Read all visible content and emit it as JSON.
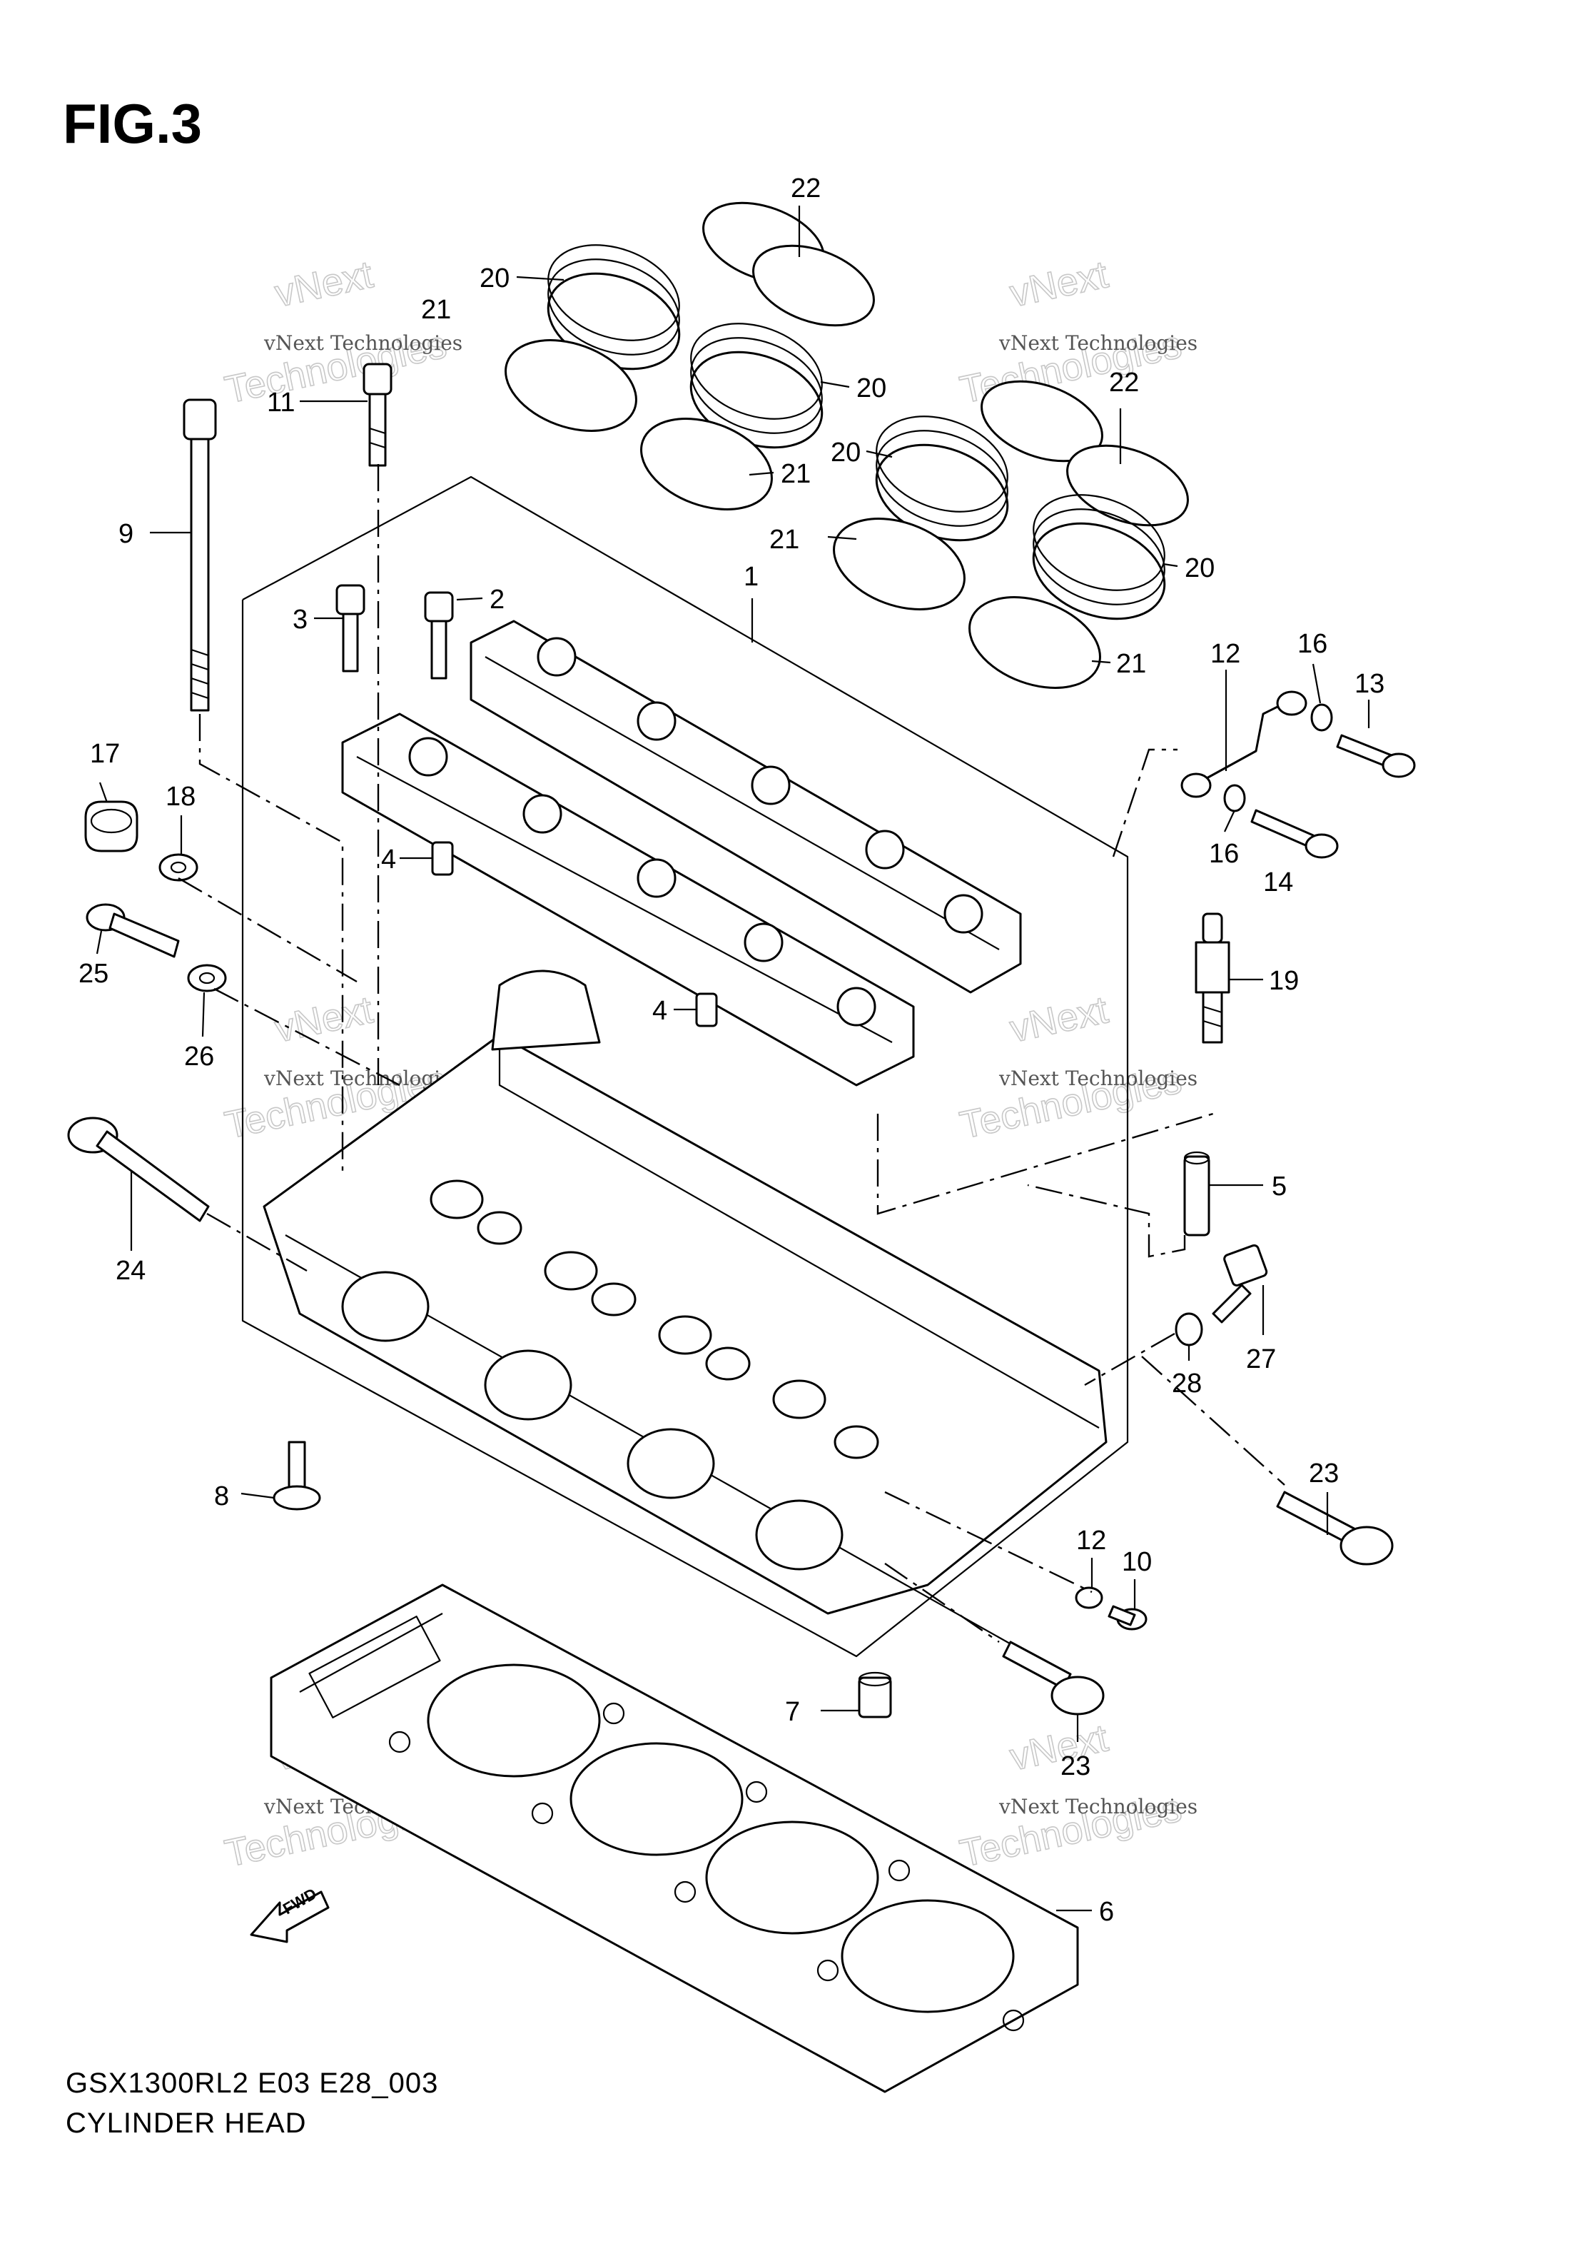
{
  "figure": {
    "title": "FIG.3"
  },
  "footer": {
    "model_code": "GSX1300RL2 E03 E28_003",
    "caption": "CYLINDER HEAD"
  },
  "watermark": {
    "line1": "vNext Technologies",
    "line2": "vNext",
    "line3": "Technologies"
  },
  "fwd_label": "FWD",
  "callouts": [
    {
      "id": "c1",
      "label": "1"
    },
    {
      "id": "c2",
      "label": "2"
    },
    {
      "id": "c3",
      "label": "3"
    },
    {
      "id": "c4a",
      "label": "4"
    },
    {
      "id": "c4b",
      "label": "4"
    },
    {
      "id": "c5",
      "label": "5"
    },
    {
      "id": "c6",
      "label": "6"
    },
    {
      "id": "c7",
      "label": "7"
    },
    {
      "id": "c8",
      "label": "8"
    },
    {
      "id": "c9",
      "label": "9"
    },
    {
      "id": "c10",
      "label": "10"
    },
    {
      "id": "c11",
      "label": "11"
    },
    {
      "id": "c12",
      "label": "12"
    },
    {
      "id": "c13",
      "label": "13"
    },
    {
      "id": "c14",
      "label": "14"
    },
    {
      "id": "c15",
      "label": "15"
    },
    {
      "id": "c16a",
      "label": "16"
    },
    {
      "id": "c16b",
      "label": "16"
    },
    {
      "id": "c17",
      "label": "17"
    },
    {
      "id": "c18",
      "label": "18"
    },
    {
      "id": "c19",
      "label": "19"
    },
    {
      "id": "c20a",
      "label": "20"
    },
    {
      "id": "c20b",
      "label": "20"
    },
    {
      "id": "c20c",
      "label": "20"
    },
    {
      "id": "c20d",
      "label": "20"
    },
    {
      "id": "c21a",
      "label": "21"
    },
    {
      "id": "c21b",
      "label": "21"
    },
    {
      "id": "c21c",
      "label": "21"
    },
    {
      "id": "c21d",
      "label": "21"
    },
    {
      "id": "c22a",
      "label": "22"
    },
    {
      "id": "c22b",
      "label": "22"
    },
    {
      "id": "c23a",
      "label": "23"
    },
    {
      "id": "c23b",
      "label": "23"
    },
    {
      "id": "c24",
      "label": "24"
    },
    {
      "id": "c25",
      "label": "25"
    },
    {
      "id": "c26",
      "label": "26"
    },
    {
      "id": "c27",
      "label": "27"
    },
    {
      "id": "c28",
      "label": "28"
    }
  ]
}
